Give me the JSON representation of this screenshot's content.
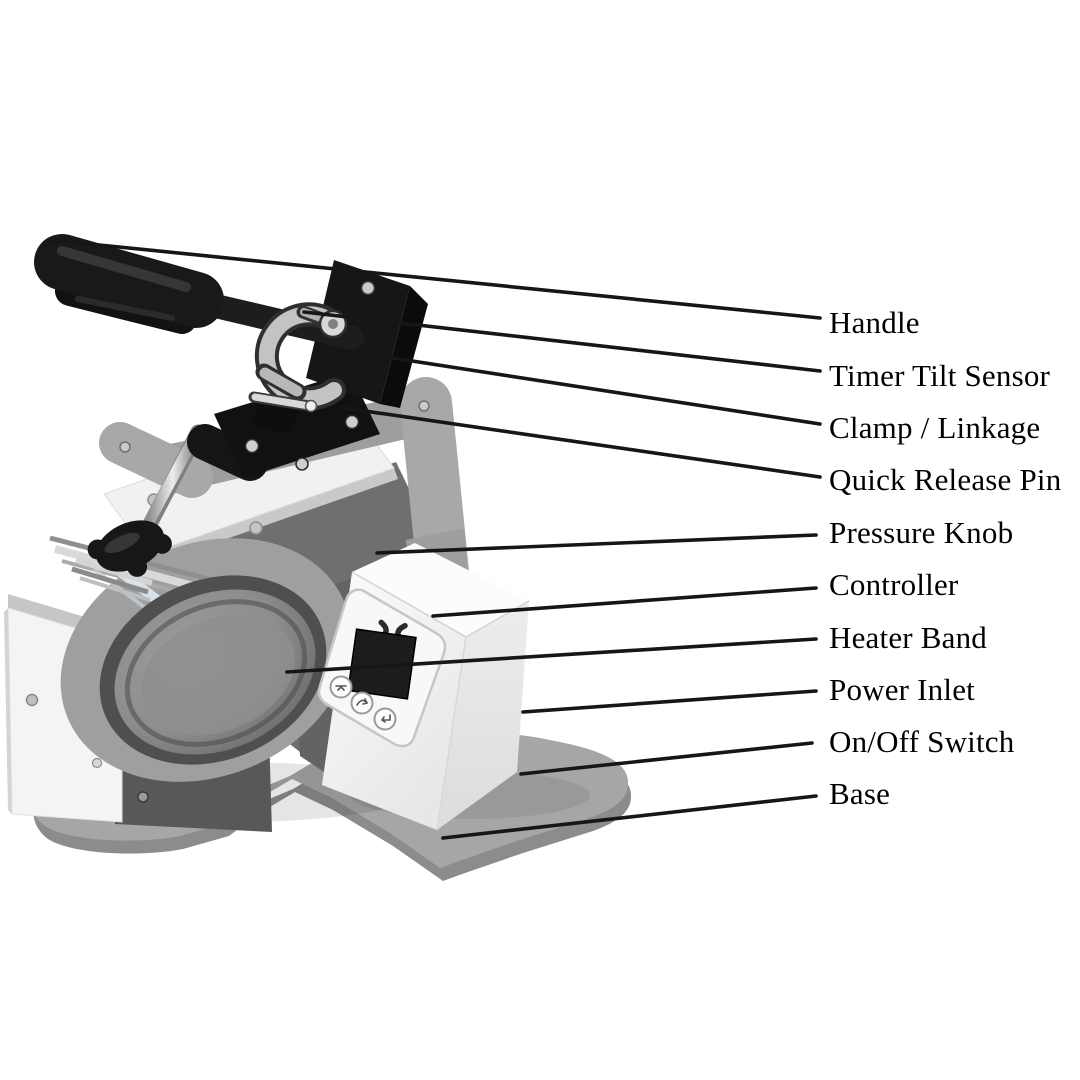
{
  "labels": [
    {
      "text": "Handle"
    },
    {
      "text": "Timer Tilt Sensor"
    },
    {
      "text": "Clamp / Linkage"
    },
    {
      "text": "Quick Release Pin"
    },
    {
      "text": "Pressure Knob"
    },
    {
      "text": "Controller"
    },
    {
      "text": "Heater Band"
    },
    {
      "text": "Power Inlet"
    },
    {
      "text": "On/Off Switch"
    },
    {
      "text": "Base"
    }
  ],
  "colors": {
    "background": "#ffffff",
    "leader_line": "#161616",
    "label_text": "#010101",
    "machine_black": "#1a1a1a",
    "machine_gray": "#a5a5a5",
    "machine_dark_gray": "#6f6f6f",
    "machine_white": "#f4f4f4",
    "display_screen": "#1c1c1c",
    "band_highlight": "#dde6ec"
  },
  "icons": {
    "brand_logo": "double-chevron-logo",
    "button_1": "mode-icon",
    "button_2": "adjust-icon",
    "button_3": "enter-icon"
  }
}
